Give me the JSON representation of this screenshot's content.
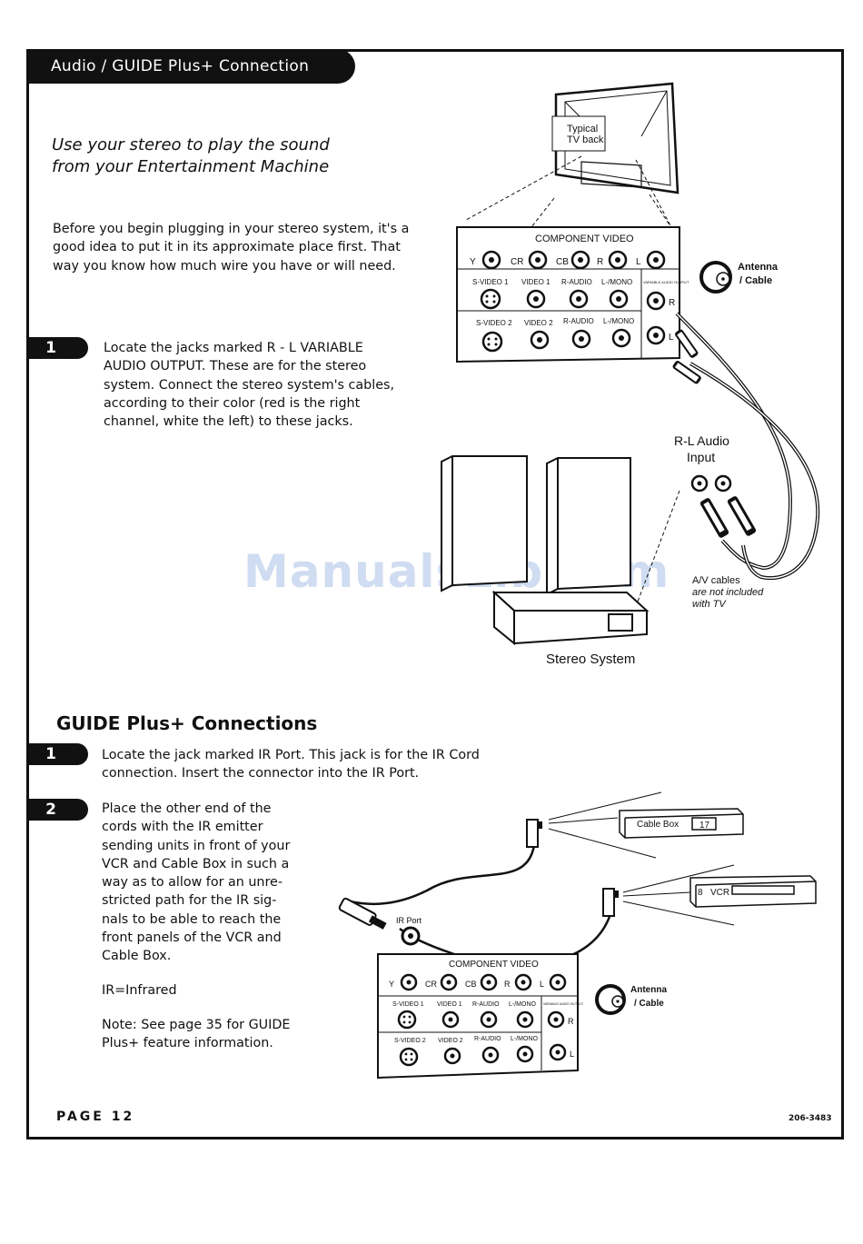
{
  "header": {
    "title": "Audio / GUIDE Plus+ Connection"
  },
  "subtitle": [
    "Use your stereo to play the sound",
    "from your Entertainment Machine"
  ],
  "intro": [
    "Before you begin plugging in your stereo system, it's a",
    "good idea to put it in its approximate place first. That",
    "way you know how much wire you have or will need."
  ],
  "audio_step1": {
    "number": "1",
    "lines": [
      "Locate the jacks marked R - L VARIABLE",
      "AUDIO OUTPUT. These are for the stereo",
      "system. Connect the stereo system's cables,",
      "according to their color (red is the right",
      "channel, white the left) to these jacks."
    ]
  },
  "diagram1": {
    "tv_back_label": [
      "Typical",
      "TV back"
    ],
    "panel_title": "COMPONENT VIDEO",
    "jacks_row1": [
      "Y",
      "CR",
      "CB",
      "R",
      "L"
    ],
    "jacks_row2": [
      "S-VIDEO 1",
      "VIDEO 1",
      "R-AUDIO",
      "L-/MONO"
    ],
    "jacks_row3": [
      "S-VIDEO 2",
      "VIDEO 2",
      "R-AUDIO",
      "L-/MONO"
    ],
    "variable_label": "VARIABLE AUDIO OUTPUT",
    "jack_r": "R",
    "jack_l": "L",
    "antenna": [
      "Antenna",
      "/ Cable"
    ],
    "rl_input": [
      "R-L Audio",
      "Input"
    ],
    "av_note": [
      "A/V cables",
      "are not included",
      "with TV"
    ],
    "stereo_label": "Stereo System"
  },
  "guide_section": {
    "title": "GUIDE Plus+ Connections",
    "step1": {
      "number": "1",
      "lines": [
        "Locate the jack marked IR Port. This jack is for the IR Cord",
        "connection. Insert the connector into the IR Port."
      ]
    },
    "step2": {
      "number": "2",
      "lines": [
        "Place the other end of the",
        "cords with the IR emitter",
        "sending units in front of your",
        "VCR and Cable Box in such a",
        "way as to allow for an unre-",
        "stricted path for the IR sig-",
        "nals to be able to reach the",
        "front panels of the VCR and",
        "Cable Box."
      ]
    },
    "ir_note": "IR=Infrared",
    "note": [
      "Note: See page 35 for GUIDE",
      "Plus+ feature information."
    ]
  },
  "diagram2": {
    "cable_box_label": "Cable Box",
    "cable_box_channel": "17",
    "vcr_label": "VCR",
    "vcr_channel": "8",
    "ir_port_label": "IR Port",
    "panel_title": "COMPONENT VIDEO",
    "jacks_row1": [
      "Y",
      "CR",
      "CB",
      "R",
      "L"
    ],
    "jacks_row2": [
      "S-VIDEO 1",
      "VIDEO 1",
      "R-AUDIO",
      "L-/MONO"
    ],
    "jacks_row3": [
      "S-VIDEO 2",
      "VIDEO 2",
      "R-AUDIO",
      "L-/MONO"
    ],
    "variable_label": "VARIABLE AUDIO OUTPUT",
    "jack_r": "R",
    "jack_l": "L",
    "antenna": [
      "Antenna",
      "/ Cable"
    ]
  },
  "watermark": "ManualsLib.com",
  "footer": {
    "page": "PAGE 12",
    "code": "206-3483"
  }
}
